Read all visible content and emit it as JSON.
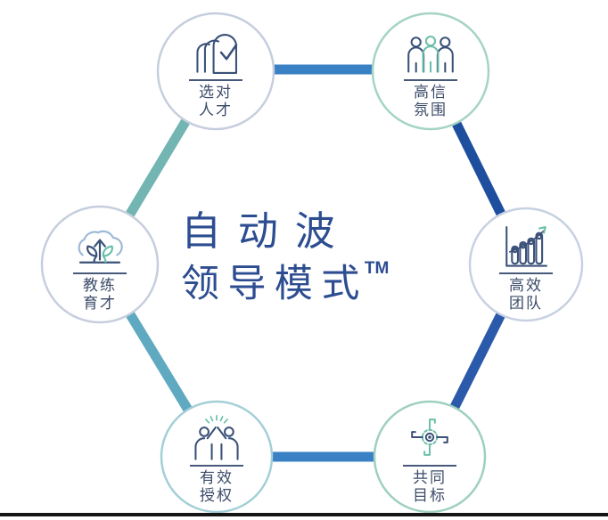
{
  "title": {
    "line1": "自动波",
    "line2": "领导模式",
    "tm": "TM",
    "color": "#2d4d91"
  },
  "nodes": [
    {
      "id": "select-talent",
      "label_line1": "选对",
      "label_line2": "人才",
      "icon": "heads-check-icon",
      "border_color": "#c6cede",
      "position": "top-left"
    },
    {
      "id": "trust-climate",
      "label_line1": "高信",
      "label_line2": "氛围",
      "icon": "three-people-icon",
      "border_color": "#a5d4c4",
      "position": "top-right"
    },
    {
      "id": "effective-team",
      "label_line1": "高效",
      "label_line2": "团队",
      "icon": "growth-chart-icon",
      "border_color": "#c8d1e2",
      "position": "right"
    },
    {
      "id": "common-goal",
      "label_line1": "共同",
      "label_line2": "目标",
      "icon": "shared-target-icon",
      "border_color": "#9ed0bf",
      "position": "bottom-right"
    },
    {
      "id": "effective-delegation",
      "label_line1": "有效",
      "label_line2": "授权",
      "icon": "high-five-icon",
      "border_color": "#a3cfd6",
      "position": "bottom-left"
    },
    {
      "id": "coach-talent",
      "label_line1": "教练",
      "label_line2": "育才",
      "icon": "sprout-tree-icon",
      "border_color": "#c6cede",
      "position": "left"
    }
  ],
  "edges": [
    {
      "from": "select-talent",
      "to": "trust-climate",
      "color": "#3a80c4"
    },
    {
      "from": "trust-climate",
      "to": "effective-team",
      "color": "#1d4f9e"
    },
    {
      "from": "effective-team",
      "to": "common-goal",
      "color": "#2a5aa9"
    },
    {
      "from": "common-goal",
      "to": "effective-delegation",
      "color": "#3a80c4"
    },
    {
      "from": "effective-delegation",
      "to": "coach-talent",
      "color": "#5fa9c1"
    },
    {
      "from": "coach-talent",
      "to": "select-talent",
      "color": "#73b5b2"
    }
  ],
  "colors": {
    "icon_navy": "#3a5078",
    "icon_teal": "#6cbfa9",
    "icon_light_blue": "#9db9d6",
    "label_text": "#3c4c6a",
    "divider": "#47597b",
    "node_fill": "#ffffff",
    "bottom_rule": "#151515"
  }
}
